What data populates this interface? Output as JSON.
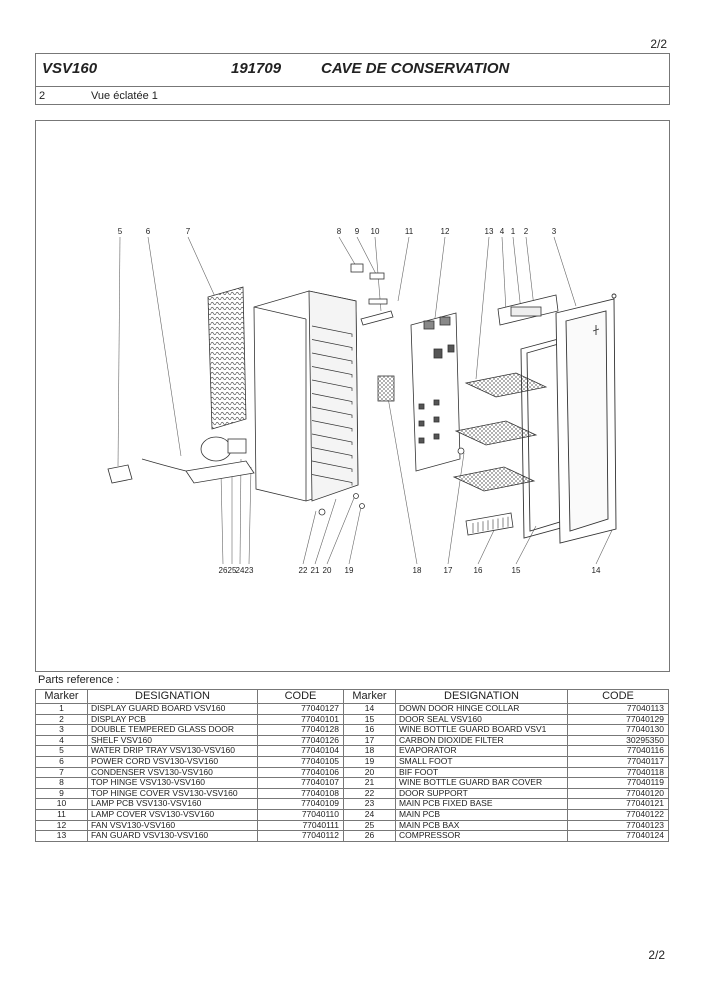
{
  "page": {
    "number": "2/2"
  },
  "header": {
    "model": "VSV160",
    "reference": "191709",
    "title": "CAVE DE CONSERVATION",
    "view_number": "2",
    "view_name": "Vue éclatée 1"
  },
  "diagram": {
    "top_labels": [
      "5",
      "6",
      "7",
      "8",
      "9",
      "10",
      "11",
      "12",
      "13",
      "4",
      "1",
      "2",
      "3"
    ],
    "bottom_labels": [
      "26",
      "25",
      "24",
      "23",
      "22",
      "21",
      "20",
      "19",
      "18",
      "17",
      "16",
      "15",
      "14"
    ]
  },
  "parts_reference": {
    "heading": "Parts reference :",
    "columns": [
      "Marker",
      "DESIGNATION",
      "CODE"
    ],
    "left": [
      {
        "marker": "1",
        "designation": "DISPLAY GUARD BOARD VSV160",
        "code": "77040127"
      },
      {
        "marker": "2",
        "designation": "DISPLAY PCB",
        "code": "77040101"
      },
      {
        "marker": "3",
        "designation": "DOUBLE TEMPERED GLASS DOOR",
        "code": "77040128"
      },
      {
        "marker": "4",
        "designation": "SHELF VSV160",
        "code": "77040126"
      },
      {
        "marker": "5",
        "designation": "WATER DRIP TRAY VSV130-VSV160",
        "code": "77040104"
      },
      {
        "marker": "6",
        "designation": "POWER CORD VSV130-VSV160",
        "code": "77040105"
      },
      {
        "marker": "7",
        "designation": "CONDENSER VSV130-VSV160",
        "code": "77040106"
      },
      {
        "marker": "8",
        "designation": "TOP HINGE VSV130-VSV160",
        "code": "77040107"
      },
      {
        "marker": "9",
        "designation": "TOP HINGE COVER VSV130-VSV160",
        "code": "77040108"
      },
      {
        "marker": "10",
        "designation": "LAMP PCB VSV130-VSV160",
        "code": "77040109"
      },
      {
        "marker": "11",
        "designation": "LAMP COVER VSV130-VSV160",
        "code": "77040110"
      },
      {
        "marker": "12",
        "designation": "FAN VSV130-VSV160",
        "code": "77040111"
      },
      {
        "marker": "13",
        "designation": "FAN GUARD VSV130-VSV160",
        "code": "77040112"
      }
    ],
    "right": [
      {
        "marker": "14",
        "designation": "DOWN DOOR HINGE COLLAR",
        "code": "77040113"
      },
      {
        "marker": "15",
        "designation": "DOOR SEAL VSV160",
        "code": "77040129"
      },
      {
        "marker": "16",
        "designation": "WINE BOTTLE GUARD BOARD VSV1",
        "code": "77040130"
      },
      {
        "marker": "17",
        "designation": "CARBON DIOXIDE FILTER",
        "code": "30295350"
      },
      {
        "marker": "18",
        "designation": "EVAPORATOR",
        "code": "77040116"
      },
      {
        "marker": "19",
        "designation": "SMALL FOOT",
        "code": "77040117"
      },
      {
        "marker": "20",
        "designation": "BIF FOOT",
        "code": "77040118"
      },
      {
        "marker": "21",
        "designation": "WINE BOTTLE GUARD BAR COVER",
        "code": "77040119"
      },
      {
        "marker": "22",
        "designation": "DOOR SUPPORT",
        "code": "77040120"
      },
      {
        "marker": "23",
        "designation": "MAIN PCB FIXED BASE",
        "code": "77040121"
      },
      {
        "marker": "24",
        "designation": "MAIN PCB",
        "code": "77040122"
      },
      {
        "marker": "25",
        "designation": "MAIN PCB BAX",
        "code": "77040123"
      },
      {
        "marker": "26",
        "designation": "COMPRESSOR",
        "code": "77040124"
      }
    ]
  }
}
